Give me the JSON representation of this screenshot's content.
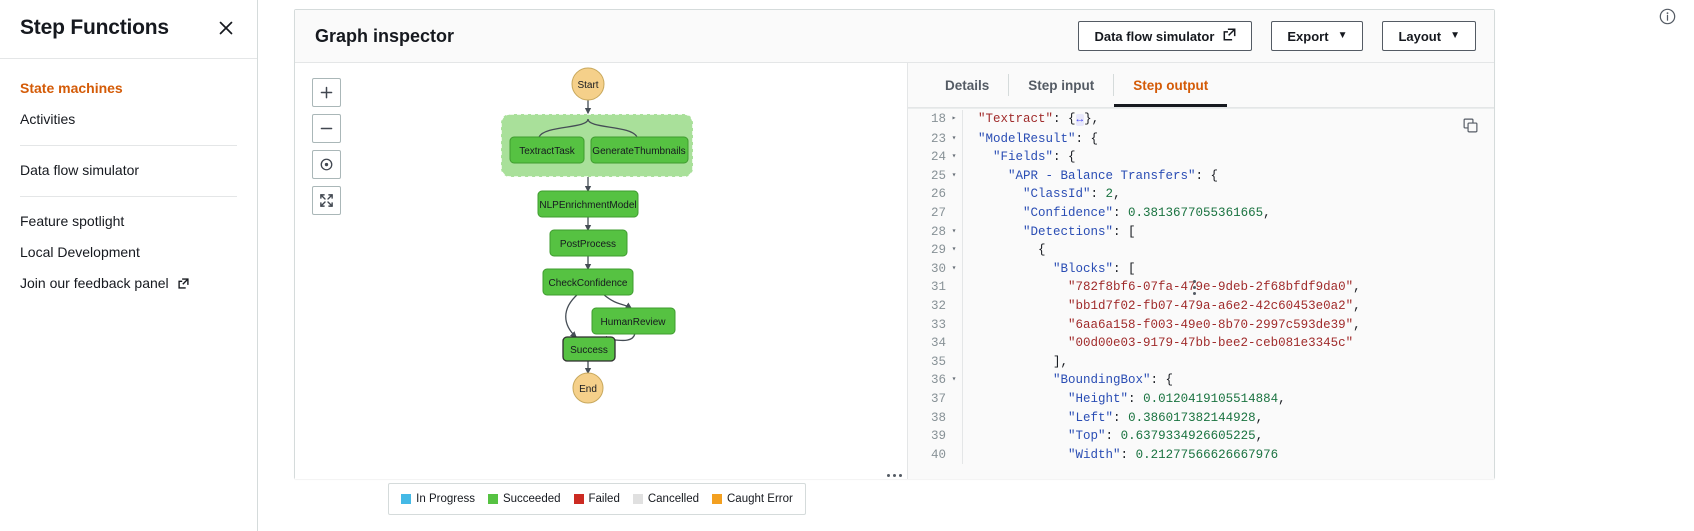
{
  "sidebar": {
    "title": "Step Functions",
    "close_icon": "close-icon",
    "nav_groups": [
      {
        "items": [
          {
            "label": "State machines",
            "active": true
          },
          {
            "label": "Activities",
            "active": false
          }
        ]
      },
      {
        "items": [
          {
            "label": "Data flow simulator",
            "active": false
          }
        ]
      },
      {
        "items": [
          {
            "label": "Feature spotlight",
            "active": false
          },
          {
            "label": "Local Development",
            "active": false
          },
          {
            "label": "Join our feedback panel",
            "active": false,
            "external": true
          }
        ]
      }
    ]
  },
  "header": {
    "title": "Graph inspector",
    "buttons": [
      {
        "label": "Data flow simulator",
        "icon": "external-link-icon",
        "caret": false
      },
      {
        "label": "Export",
        "icon": "",
        "caret": true
      },
      {
        "label": "Layout",
        "icon": "",
        "caret": true
      }
    ],
    "info_icon": "info-circle-icon"
  },
  "graph": {
    "zoom_controls": [
      {
        "name": "zoom-in-button",
        "glyph": "+"
      },
      {
        "name": "zoom-out-button",
        "glyph": "−"
      },
      {
        "name": "zoom-reset-button",
        "glyph": "⊙"
      },
      {
        "name": "fit-to-screen-button",
        "glyph": "⤢"
      }
    ],
    "nodes": [
      {
        "id": "start",
        "label": "Start",
        "shape": "circle",
        "color": "#f5d08a"
      },
      {
        "id": "textract",
        "label": "TextractTask",
        "shape": "rect",
        "color": "#56c242"
      },
      {
        "id": "thumbnails",
        "label": "GenerateThumbnails",
        "shape": "rect",
        "color": "#56c242"
      },
      {
        "id": "nlp",
        "label": "NLPEnrichmentModel",
        "shape": "rect",
        "color": "#56c242"
      },
      {
        "id": "postprocess",
        "label": "PostProcess",
        "shape": "rect",
        "color": "#56c242"
      },
      {
        "id": "checkconfidence",
        "label": "CheckConfidence",
        "shape": "rect",
        "color": "#56c242"
      },
      {
        "id": "humanreview",
        "label": "HumanReview",
        "shape": "rect",
        "color": "#56c242"
      },
      {
        "id": "success",
        "label": "Success",
        "shape": "rect",
        "color": "#56c242"
      },
      {
        "id": "end",
        "label": "End",
        "shape": "circle",
        "color": "#f5d08a"
      }
    ],
    "parallel_group_color": "#a9e09a",
    "legend": [
      {
        "label": "In Progress",
        "color": "#44b9e6"
      },
      {
        "label": "Succeeded",
        "color": "#56c242"
      },
      {
        "label": "Failed",
        "color": "#cc2b22"
      },
      {
        "label": "Cancelled",
        "color": "#e0e0e0"
      },
      {
        "label": "Caught Error",
        "color": "#f3a020"
      }
    ]
  },
  "detail": {
    "tabs": [
      {
        "label": "Details",
        "active": false
      },
      {
        "label": "Step input",
        "active": false
      },
      {
        "label": "Step output",
        "active": true
      }
    ],
    "copy_icon": "copy-icon",
    "code_lines": [
      {
        "num": "18",
        "fold": "▸",
        "indent": 1,
        "tokens": [
          {
            "t": "s",
            "v": "\"Textract\""
          },
          {
            "t": "p",
            "v": ": {"
          },
          {
            "t": "badge",
            "v": "↔"
          },
          {
            "t": "p",
            "v": "},"
          }
        ]
      },
      {
        "num": "23",
        "fold": "▾",
        "indent": 1,
        "tokens": [
          {
            "t": "k",
            "v": "\"ModelResult\""
          },
          {
            "t": "p",
            "v": ": {"
          }
        ]
      },
      {
        "num": "24",
        "fold": "▾",
        "indent": 2,
        "tokens": [
          {
            "t": "k",
            "v": "\"Fields\""
          },
          {
            "t": "p",
            "v": ": {"
          }
        ]
      },
      {
        "num": "25",
        "fold": "▾",
        "indent": 3,
        "tokens": [
          {
            "t": "k",
            "v": "\"APR - Balance Transfers\""
          },
          {
            "t": "p",
            "v": ": {"
          }
        ]
      },
      {
        "num": "26",
        "fold": "",
        "indent": 4,
        "tokens": [
          {
            "t": "k",
            "v": "\"ClassId\""
          },
          {
            "t": "p",
            "v": ": "
          },
          {
            "t": "n",
            "v": "2"
          },
          {
            "t": "p",
            "v": ","
          }
        ]
      },
      {
        "num": "27",
        "fold": "",
        "indent": 4,
        "tokens": [
          {
            "t": "k",
            "v": "\"Confidence\""
          },
          {
            "t": "p",
            "v": ": "
          },
          {
            "t": "n",
            "v": "0.3813677055361665"
          },
          {
            "t": "p",
            "v": ","
          }
        ]
      },
      {
        "num": "28",
        "fold": "▾",
        "indent": 4,
        "tokens": [
          {
            "t": "k",
            "v": "\"Detections\""
          },
          {
            "t": "p",
            "v": ": ["
          }
        ]
      },
      {
        "num": "29",
        "fold": "▾",
        "indent": 5,
        "tokens": [
          {
            "t": "p",
            "v": "{"
          }
        ]
      },
      {
        "num": "30",
        "fold": "▾",
        "indent": 6,
        "tokens": [
          {
            "t": "k",
            "v": "\"Blocks\""
          },
          {
            "t": "p",
            "v": ": ["
          }
        ]
      },
      {
        "num": "31",
        "fold": "",
        "indent": 7,
        "tokens": [
          {
            "t": "s",
            "v": "\"782f8bf6-07fa-479e-9deb-2f68bfdf9da0\""
          },
          {
            "t": "p",
            "v": ","
          }
        ]
      },
      {
        "num": "32",
        "fold": "",
        "indent": 7,
        "tokens": [
          {
            "t": "s",
            "v": "\"bb1d7f02-fb07-479a-a6e2-42c60453e0a2\""
          },
          {
            "t": "p",
            "v": ","
          }
        ]
      },
      {
        "num": "33",
        "fold": "",
        "indent": 7,
        "tokens": [
          {
            "t": "s",
            "v": "\"6aa6a158-f003-49e0-8b70-2997c593de39\""
          },
          {
            "t": "p",
            "v": ","
          }
        ]
      },
      {
        "num": "34",
        "fold": "",
        "indent": 7,
        "tokens": [
          {
            "t": "s",
            "v": "\"00d00e03-9179-47bb-bee2-ceb081e3345c\""
          }
        ]
      },
      {
        "num": "35",
        "fold": "",
        "indent": 6,
        "tokens": [
          {
            "t": "p",
            "v": "],"
          }
        ]
      },
      {
        "num": "36",
        "fold": "▾",
        "indent": 6,
        "tokens": [
          {
            "t": "k",
            "v": "\"BoundingBox\""
          },
          {
            "t": "p",
            "v": ": {"
          }
        ]
      },
      {
        "num": "37",
        "fold": "",
        "indent": 7,
        "tokens": [
          {
            "t": "k",
            "v": "\"Height\""
          },
          {
            "t": "p",
            "v": ": "
          },
          {
            "t": "n",
            "v": "0.0120419105514884"
          },
          {
            "t": "p",
            "v": ","
          }
        ]
      },
      {
        "num": "38",
        "fold": "",
        "indent": 7,
        "tokens": [
          {
            "t": "k",
            "v": "\"Left\""
          },
          {
            "t": "p",
            "v": ": "
          },
          {
            "t": "n",
            "v": "0.386017382144928"
          },
          {
            "t": "p",
            "v": ","
          }
        ]
      },
      {
        "num": "39",
        "fold": "",
        "indent": 7,
        "tokens": [
          {
            "t": "k",
            "v": "\"Top\""
          },
          {
            "t": "p",
            "v": ": "
          },
          {
            "t": "n",
            "v": "0.6379334926605225"
          },
          {
            "t": "p",
            "v": ","
          }
        ]
      },
      {
        "num": "40",
        "fold": "",
        "indent": 7,
        "tokens": [
          {
            "t": "k",
            "v": "\"Width\""
          },
          {
            "t": "p",
            "v": ": "
          },
          {
            "t": "n",
            "v": "0.21277566626667976"
          }
        ]
      }
    ]
  }
}
